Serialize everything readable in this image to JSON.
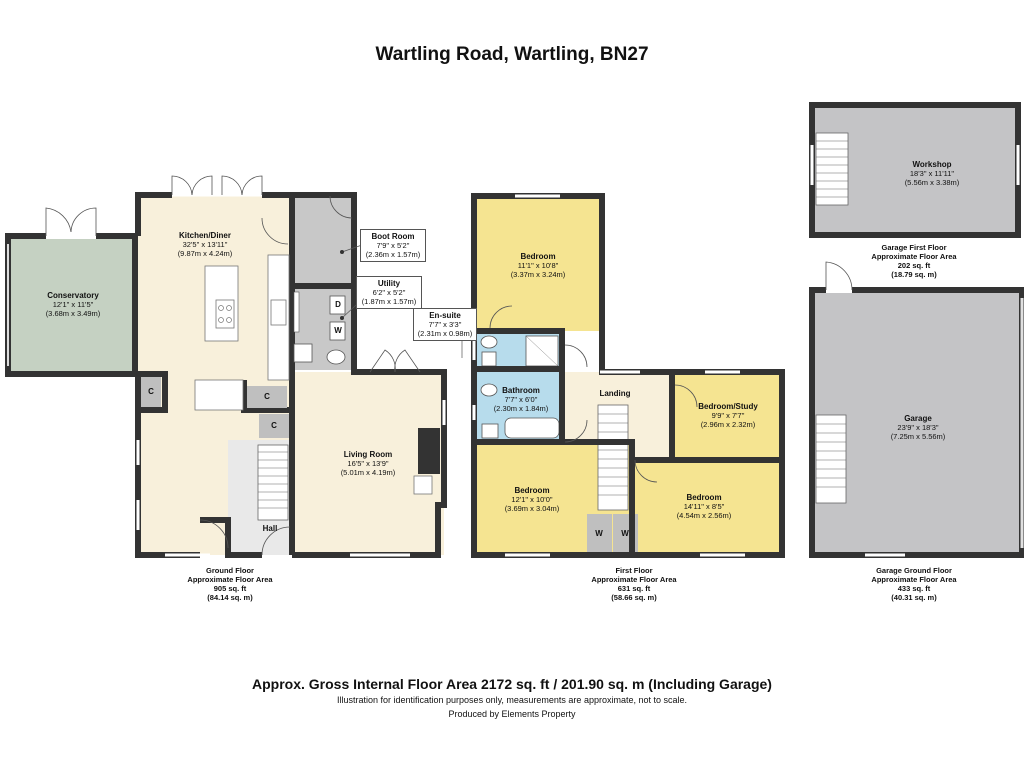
{
  "title": "Wartling Road, Wartling, BN27",
  "ground_floor": {
    "rooms": {
      "conservatory": {
        "name": "Conservatory",
        "dims_imperial": "12'1\" x 11'5\"",
        "dims_metric": "(3.68m x 3.49m)"
      },
      "kitchen": {
        "name": "Kitchen/Diner",
        "dims_imperial": "32'5\" x 13'11\"",
        "dims_metric": "(9.87m x 4.24m)"
      },
      "boot_room": {
        "name": "Boot Room",
        "dims_imperial": "7'9\" x 5'2\"",
        "dims_metric": "(2.36m x 1.57m)"
      },
      "utility": {
        "name": "Utility",
        "dims_imperial": "6'2\" x 5'2\"",
        "dims_metric": "(1.87m x 1.57m)"
      },
      "living_room": {
        "name": "Living Room",
        "dims_imperial": "16'5\" x 13'9\"",
        "dims_metric": "(5.01m x 4.19m)"
      },
      "hall": {
        "name": "Hall"
      }
    },
    "cupboard_label": "C",
    "appliance_d": "D",
    "appliance_w": "W",
    "caption": {
      "line1": "Ground Floor",
      "line2": "Approximate Floor Area",
      "line3": "905 sq. ft",
      "line4": "(84.14 sq. m)"
    }
  },
  "first_floor": {
    "rooms": {
      "bedroom_top": {
        "name": "Bedroom",
        "dims_imperial": "11'1\" x 10'8\"",
        "dims_metric": "(3.37m x 3.24m)"
      },
      "ensuite": {
        "name": "En-suite",
        "dims_imperial": "7'7\" x 3'3\"",
        "dims_metric": "(2.31m x 0.98m)"
      },
      "bathroom": {
        "name": "Bathroom",
        "dims_imperial": "7'7\" x 6'0\"",
        "dims_metric": "(2.30m x 1.84m)"
      },
      "landing": {
        "name": "Landing"
      },
      "study": {
        "name": "Bedroom/Study",
        "dims_imperial": "9'9\" x 7'7\"",
        "dims_metric": "(2.96m x 2.32m)"
      },
      "bedroom_left": {
        "name": "Bedroom",
        "dims_imperial": "12'1\" x 10'0\"",
        "dims_metric": "(3.69m x 3.04m)"
      },
      "bedroom_right": {
        "name": "Bedroom",
        "dims_imperial": "14'11\" x 8'5\"",
        "dims_metric": "(4.54m x 2.56m)"
      }
    },
    "wardrobe_label": "W",
    "caption": {
      "line1": "First Floor",
      "line2": "Approximate Floor Area",
      "line3": "631 sq. ft",
      "line4": "(58.66 sq. m)"
    }
  },
  "garage_first_floor": {
    "rooms": {
      "workshop": {
        "name": "Workshop",
        "dims_imperial": "18'3\" x 11'11\"",
        "dims_metric": "(5.56m x 3.38m)"
      }
    },
    "caption": {
      "line1": "Garage First Floor",
      "line2": "Approximate Floor Area",
      "line3": "202 sq. ft",
      "line4": "(18.79 sq. m)"
    }
  },
  "garage_ground_floor": {
    "rooms": {
      "garage": {
        "name": "Garage",
        "dims_imperial": "23'9\" x 18'3\"",
        "dims_metric": "(7.25m x 5.56m)"
      }
    },
    "caption": {
      "line1": "Garage Ground Floor",
      "line2": "Approximate Floor Area",
      "line3": "433 sq. ft",
      "line4": "(40.31 sq. m)"
    }
  },
  "footer": {
    "total": "Approx. Gross Internal Floor Area 2172 sq. ft / 201.90 sq. m (Including Garage)",
    "disclaimer": "Illustration for identification purposes only, measurements are approximate, not to scale.",
    "producer": "Produced by Elements Property"
  },
  "colors": {
    "wall": "#333333",
    "kitchen_fill": "#f8f0db",
    "conservatory_fill": "#c5d1c2",
    "bedroom_fill": "#f5e491",
    "bathroom_fill": "#b7dcec",
    "hall_fill": "#e9e9e9",
    "utility_fill": "#c8c8c8",
    "garage_fill": "#c4c4c6"
  }
}
